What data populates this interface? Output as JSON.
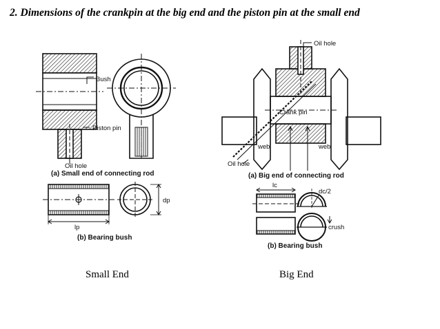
{
  "title": "2. Dimensions of the crankpin at the big end and the piston pin at the small end",
  "left_figure": {
    "label_bush": "Bush",
    "label_piston_pin": "Piston pin",
    "label_oil_hole": "Oil hole",
    "caption_a": "(a) Small end of connecting rod",
    "label_dp": "dp",
    "label_lp": "lp",
    "caption_b": "(b) Bearing bush"
  },
  "right_figure": {
    "label_oil_hole_top": "Oil hole",
    "label_crank_pin": "Crank pin",
    "label_web_left": "web",
    "label_web_right": "web",
    "label_oil_hole_left": "Oil hole",
    "caption_a": "(a) Big end of connecting rod",
    "label_lc": "lc",
    "label_dc2": "dc/2",
    "label_crush": "crush",
    "caption_b": "(b) Bearing bush"
  },
  "captions": {
    "small_end": "Small End",
    "big_end": "Big End"
  }
}
